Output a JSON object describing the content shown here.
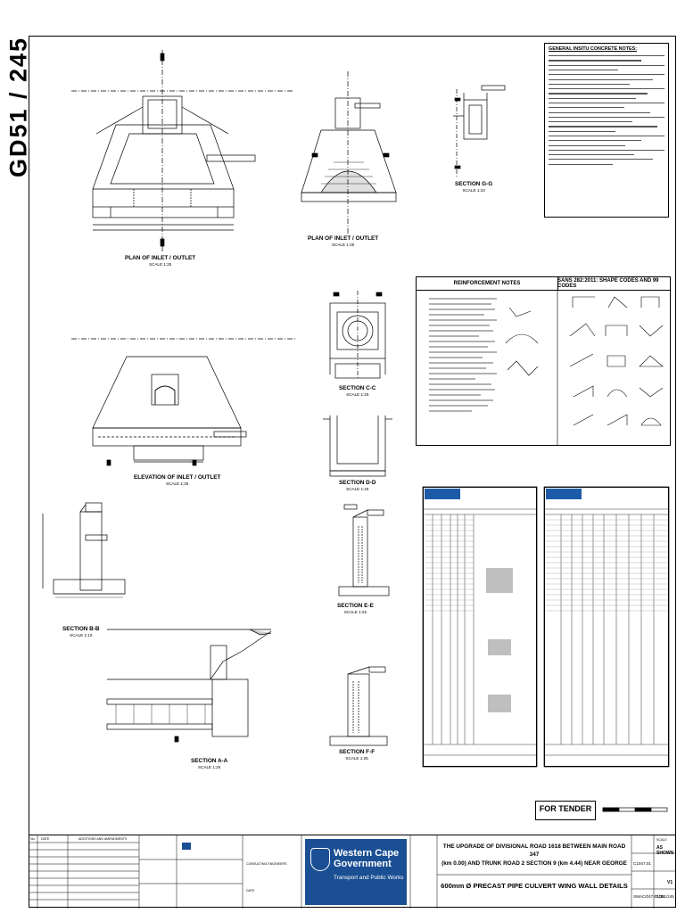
{
  "sheet_number": "GD51 / 245",
  "notes": {
    "heading": "GENERAL INSITU CONCRETE NOTES:"
  },
  "views": {
    "plan_top": {
      "title": "PLAN OF INLET / OUTLET",
      "scale": "SCALE 1:25"
    },
    "plan_right": {
      "title": "PLAN OF INLET / OUTLET",
      "scale": "SCALE 1:25"
    },
    "section_gg": {
      "title": "SECTION G-G",
      "scale": "SCALE 1:10"
    },
    "elevation": {
      "title": "ELEVATION OF INLET / OUTLET",
      "scale": "SCALE 1:25"
    },
    "section_cc": {
      "title": "SECTION C-C",
      "scale": "SCALE 1:25"
    },
    "section_dd": {
      "title": "SECTION D-D",
      "scale": "SCALE 1:25"
    },
    "section_bb": {
      "title": "SECTION B-B",
      "scale": "SCALE 1:10"
    },
    "section_ee": {
      "title": "SECTION E-E",
      "scale": "SCALE 1:25"
    },
    "section_ff": {
      "title": "SECTION F-F",
      "scale": "SCALE 1:25"
    },
    "section_aa": {
      "title": "SECTION A-A",
      "scale": "SCALE 1:25"
    }
  },
  "reinforcement": {
    "notes_heading": "REINFORCEMENT NOTES",
    "codes_heading": "SANS 282:2011: SHAPE CODES AND 99 CODES"
  },
  "tender": {
    "label": "FOR TENDER"
  },
  "titleblock": {
    "col_headers": {
      "no": "No.",
      "date": "DATE",
      "amendments": "ADDITIONS AND AMENDMENTS"
    },
    "consulting": "CONSULTING ENGINEERS",
    "date_label": "DATE",
    "client_line1": "Western Cape",
    "client_line2": "Government",
    "client_dept": "Transport and Public Works",
    "project_line1": "THE UPGRADE OF DIVISIONAL ROAD 1618 BETWEEN MAIN ROAD 347",
    "project_line2": "(km 0.00) AND TRUNK ROAD 2 SECTION 9 (km 4.44) NEAR GEORGE",
    "drawing_title": "600mm Ø PRECAST PIPE CULVERT WING WALL DETAILS",
    "scale_label": "SCALE",
    "scale_value": "AS SHOWN",
    "contract_no": "C1047.01",
    "drawing_no": "SMAC/047.01/30",
    "sheet_no": "GD51/245",
    "revision": "V1"
  }
}
